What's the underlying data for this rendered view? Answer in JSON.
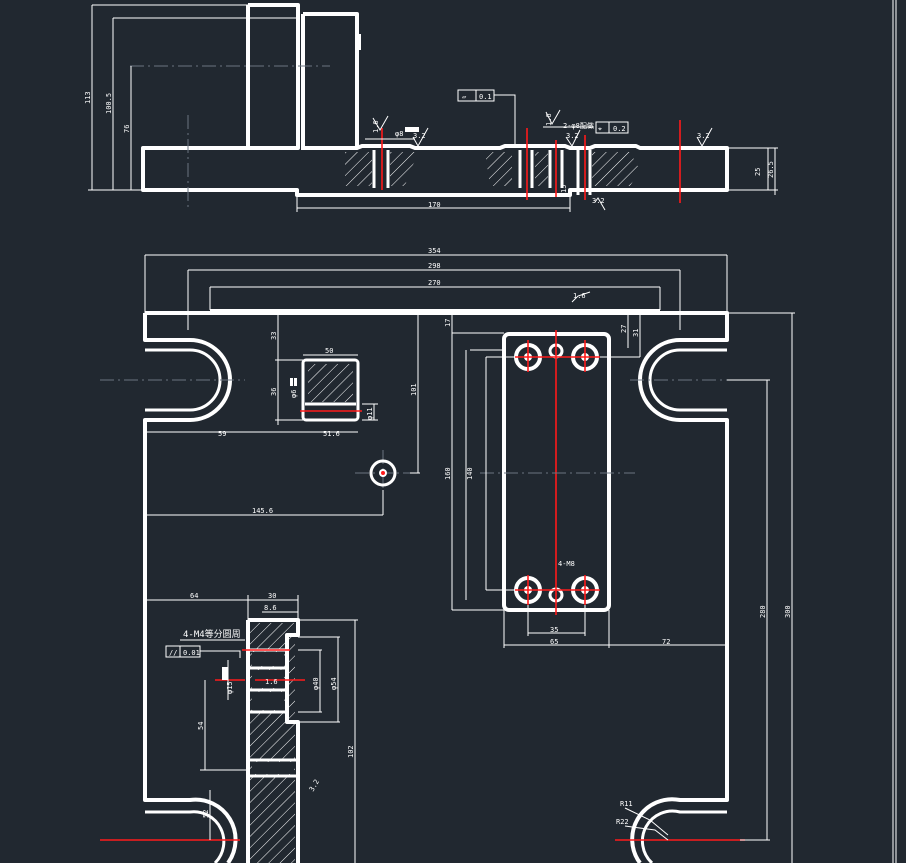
{
  "colors": {
    "background": "#212830",
    "outline": "#ffffff",
    "centerline": "#ff1a1a"
  },
  "top_view": {
    "dims": {
      "h113": "113",
      "h100_5": "100.5",
      "h76": "76",
      "w170": "170",
      "h25": "25",
      "h26_5": "26.5"
    },
    "roughness": [
      "1.6",
      "3.2",
      "1.6",
      "3.2",
      "3.2",
      "3.2"
    ],
    "hole_note": "φ8",
    "flatness": {
      "symbol": "▱",
      "value": "0.1"
    },
    "pin_note": "2-φ8配做",
    "position": {
      "symbol": "⌖",
      "value": "0.2"
    },
    "small_dim": "15"
  },
  "plan_view": {
    "dims": {
      "w354": "354",
      "w298": "298",
      "w270": "270",
      "r1_6": "1.6",
      "d33": "33",
      "d50": "50",
      "d36": "36",
      "phi6": "φ6",
      "phi11": "φ11",
      "d59": "59",
      "d51_6": "51.6",
      "d101": "101",
      "d145_6": "145.6",
      "d17": "17",
      "d27": "27",
      "d31": "31",
      "d160": "160",
      "d140": "140",
      "m8": "4-M8",
      "d35": "35",
      "d65": "65",
      "d72": "72",
      "d280": "280",
      "d300": "300",
      "d64": "64",
      "d30": "30",
      "d8_6": "8.6",
      "d54": "54",
      "d102": "102",
      "r3_2": "3.2",
      "d52": "52",
      "r11": "R11",
      "r22": "R22"
    },
    "m4_note": "4-M4等分圆周",
    "parallel": {
      "symbol": "//",
      "value": "0.01"
    },
    "phi15": "φ15",
    "phi40": "φ40",
    "phi54": "φ54",
    "rough16": "1.6"
  }
}
